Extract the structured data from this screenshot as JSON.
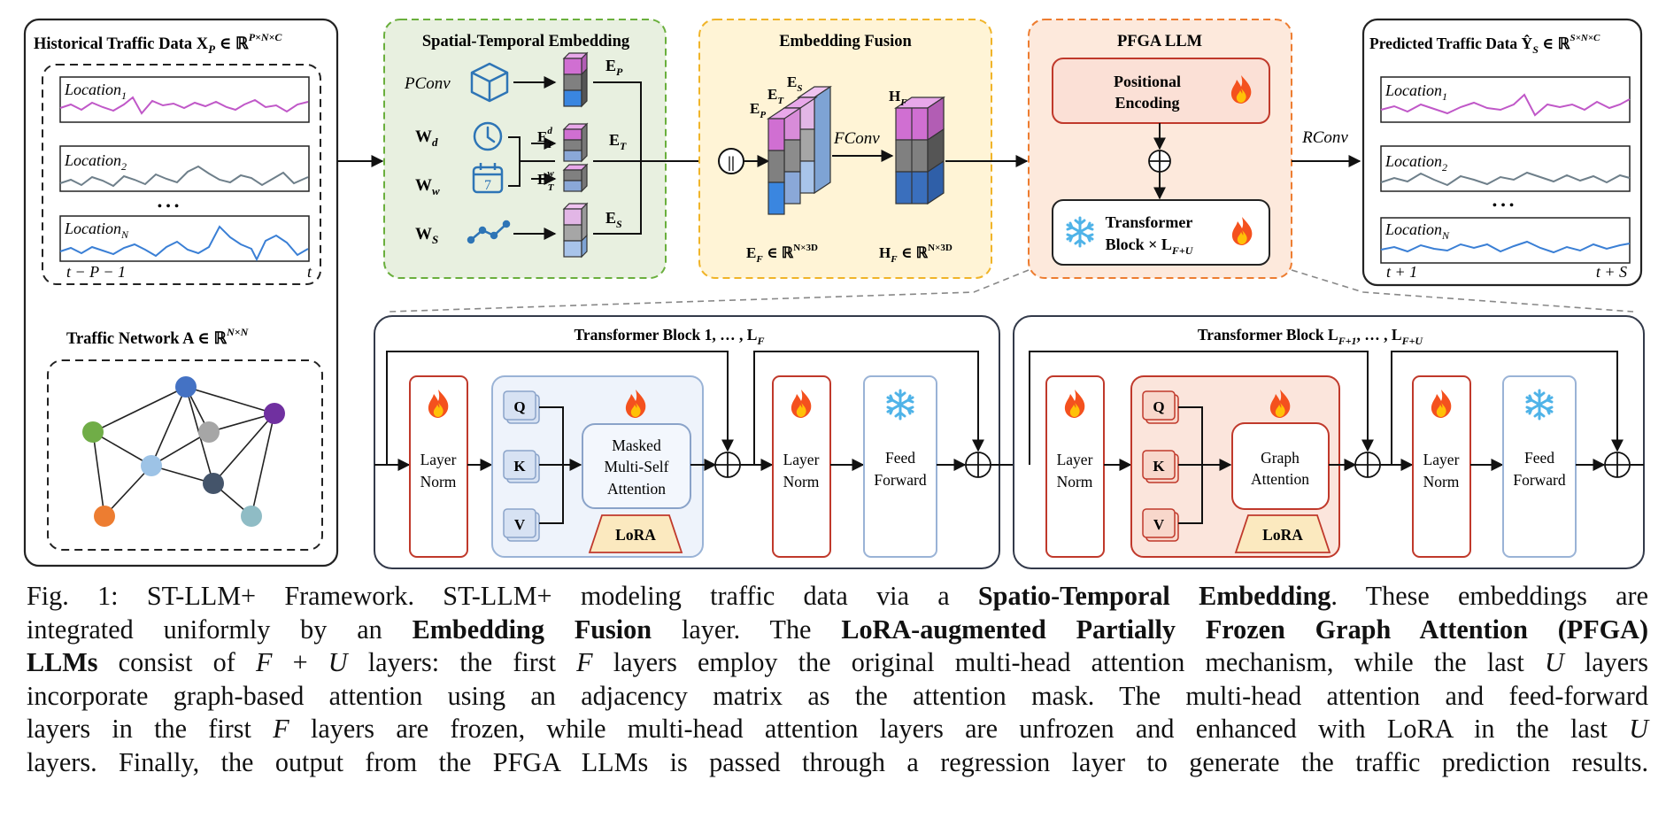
{
  "historical": {
    "title": "Historical Traffic Data X",
    "title_sub": "P",
    "title_set": " ∈ ℝ",
    "title_sup": "P×N×C",
    "loc1": "Location",
    "loc1_sub": "1",
    "loc2": "Location",
    "loc2_sub": "2",
    "locN": "Location",
    "locN_sub": "N",
    "dots": "• • •",
    "t_start": "t − P − 1",
    "t_end": "t"
  },
  "network": {
    "title": "Traffic Network  A  ∈ ℝ",
    "title_sup": "N×N",
    "node_colors": [
      "#4472c4",
      "#7030a0",
      "#70ad47",
      "#a6a6a6",
      "#9dc3e6",
      "#44546a",
      "#ed7d31",
      "#8fbcc5"
    ]
  },
  "ste": {
    "title": "Spatial-Temporal Embedding",
    "pconv": "PConv",
    "wd": "W",
    "wd_sub": "d",
    "ww": "W",
    "ww_sub": "w",
    "ws": "W",
    "ws_sub": "S",
    "ep": "E",
    "ep_sub": "P",
    "etd": "E",
    "etd_sup": "d",
    "etd_sub": "T",
    "etw": "E",
    "etw_sup": "w",
    "etw_sub": "T",
    "et": "E",
    "et_sub": "T",
    "es": "E",
    "es_sub": "S",
    "calendar_day": "7"
  },
  "fusion": {
    "title": "Embedding Fusion",
    "concat": "||",
    "fconv": "FConv",
    "ep": "E",
    "ep_sub": "P",
    "et": "E",
    "et_sub": "T",
    "es": "E",
    "es_sub": "S",
    "hf": "H",
    "hf_sub": "F",
    "ef_dim": "E",
    "ef_dim_sub": "F",
    "ef_dim_set": " ∈ ℝ",
    "ef_dim_sup": "N×3D",
    "hf_dim": "H",
    "hf_dim_sub": "F",
    "hf_dim_set": " ∈ ℝ",
    "hf_dim_sup": "N×3D"
  },
  "pfga": {
    "title": "PFGA LLM",
    "pos_enc_1": "Positional",
    "pos_enc_2": "Encoding",
    "tb_1": "Transformer",
    "tb_2": "Block × L",
    "tb_2_sub": "F+U"
  },
  "rconv": "RConv",
  "predicted": {
    "title": "Predicted Traffic Data Ŷ",
    "title_sub": "S",
    "title_set": " ∈ ℝ",
    "title_sup": "S×N×C",
    "loc1": "Location",
    "loc1_sub": "1",
    "loc2": "Location",
    "loc2_sub": "2",
    "locN": "Location",
    "locN_sub": "N",
    "dots": "• • •",
    "t_start": "t + 1",
    "t_end": "t + S"
  },
  "block1": {
    "title": "Transformer Block 1, … , L",
    "title_sub": "F",
    "layer_norm_1": "Layer",
    "layer_norm_2": "Norm",
    "q": "Q",
    "k": "K",
    "v": "V",
    "attn_1": "Masked",
    "attn_2": "Multi-Self",
    "attn_3": "Attention",
    "lora": "LoRA",
    "ff_1": "Feed",
    "ff_2": "Forward"
  },
  "block2": {
    "title": "Transformer Block L",
    "title_sub1": "F+1",
    "title_mid": ", … , L",
    "title_sub2": "F+U",
    "layer_norm_1": "Layer",
    "layer_norm_2": "Norm",
    "q": "Q",
    "k": "K",
    "v": "V",
    "attn_1": "Graph",
    "attn_2": "Attention",
    "lora": "LoRA",
    "ff_1": "Feed",
    "ff_2": "Forward"
  },
  "caption": {
    "l1a": "Fig. 1: ST-LLM+ Framework. ST-LLM+ modeling traffic data via a ",
    "l1b": "Spatio-Temporal Embedding",
    "l1c": ". These embeddings are",
    "l2a": "integrated uniformly by an ",
    "l2b": "Embedding Fusion",
    "l2c": " layer. The ",
    "l2d": "LoRA-augmented Partially Frozen Graph Attention (PFGA)",
    "l3a": "LLMs",
    "l3b": " consist of ",
    "l3c": "F",
    "l3d": " + ",
    "l3e": "U",
    "l3f": " layers: the first ",
    "l3g": "F",
    "l3h": " layers employ the original multi-head attention mechanism, while the last ",
    "l3i": "U",
    "l3j": " layers",
    "l4": "incorporate graph-based attention using an adjacency matrix as the attention mask. The multi-head attention and feed-forward",
    "l5a": "layers in the first ",
    "l5b": "F",
    "l5c": " layers are frozen, while multi-head attention layers are unfrozen and enhanced with LoRA in the last ",
    "l5d": "U",
    "l6": "layers. Finally, the output from the PFGA LLMs is passed through a regression layer to generate the traffic prediction results."
  }
}
